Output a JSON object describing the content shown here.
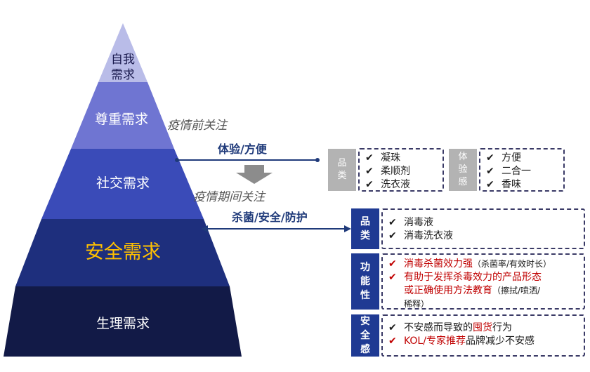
{
  "pyramid": {
    "levels": [
      {
        "key": "self",
        "label_line1": "自我",
        "label_line2": "需求"
      },
      {
        "key": "esteem",
        "label": "尊重需求"
      },
      {
        "key": "social",
        "label": "社交需求"
      },
      {
        "key": "safety",
        "label": "安全需求"
      },
      {
        "key": "physio",
        "label": "生理需求"
      }
    ]
  },
  "notes": {
    "before": "疫情前关注",
    "during": "疫情期间关注"
  },
  "arrows": {
    "before_label": "体验/方便",
    "during_label": "杀菌/安全/防护"
  },
  "before_panel": {
    "category_tag": [
      "品",
      "类"
    ],
    "category_items": [
      "凝珠",
      "柔顺剂",
      "洗衣液"
    ],
    "experience_tag": [
      "体",
      "验",
      "感"
    ],
    "experience_items": [
      "方便",
      "二合一",
      "香味"
    ]
  },
  "during_panel": {
    "category_tag": [
      "品",
      "类"
    ],
    "category_items": [
      "消毒液",
      "消毒洗衣液"
    ],
    "function_tag": [
      "功",
      "能",
      "性"
    ],
    "function_item1_red": "消毒杀菌效力强",
    "function_item1_note": "（杀菌率/有效时长）",
    "function_item2_red_a": "有助于发挥杀毒效力的产品形态",
    "function_item2_red_b": "或正确使用方法教育",
    "function_item2_note_a": "（擦拭/喷洒/",
    "function_item2_note_b": "稀释）",
    "security_tag": [
      "安",
      "全",
      "感"
    ],
    "security_item1_a": "不安感而导致的",
    "security_item1_red": "囤货",
    "security_item1_b": "行为",
    "security_item2_red": "KOL/专家推荐",
    "security_item2_b": "品牌减少不安感"
  },
  "colors": {
    "self": "#b9bce8",
    "esteem": "#6f75d2",
    "social": "#3a4bb8",
    "safety": "#1e2f7d",
    "physio": "#121a47",
    "highlight": "#ffc000",
    "accent_red": "#c00000"
  },
  "icons": {
    "check": "check-icon",
    "down_arrow": "down-arrow-icon"
  }
}
